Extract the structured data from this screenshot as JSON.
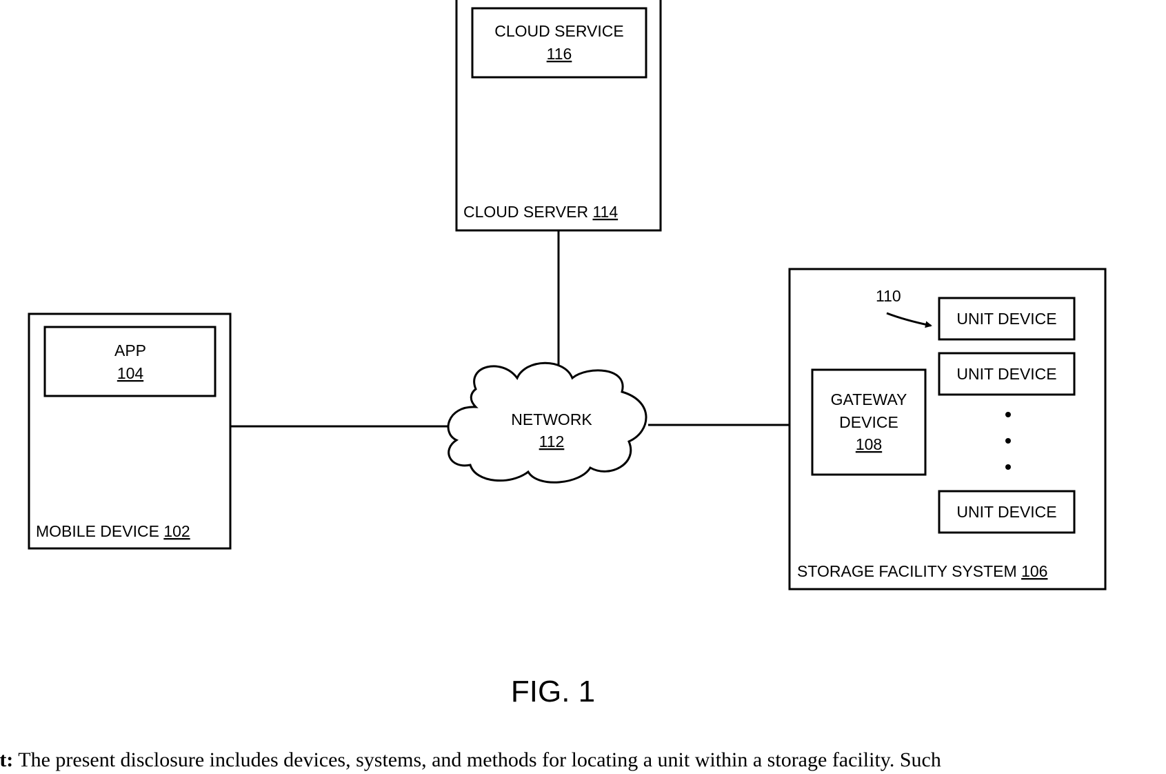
{
  "figure": {
    "label": "FIG. 1",
    "cloud_service": {
      "name": "CLOUD SERVICE",
      "ref": "116"
    },
    "cloud_server": {
      "name": "CLOUD SERVER",
      "ref": "114"
    },
    "mobile_device": {
      "name": "MOBILE DEVICE",
      "ref": "102"
    },
    "app": {
      "name": "APP",
      "ref": "104"
    },
    "network": {
      "name": "NETWORK",
      "ref": "112"
    },
    "storage_facility": {
      "name": "STORAGE FACILITY SYSTEM",
      "ref": "106"
    },
    "gateway": {
      "line1": "GATEWAY",
      "line2": "DEVICE",
      "ref": "108"
    },
    "unit_devices_ref": "110",
    "unit_devices": [
      "UNIT DEVICE",
      "UNIT DEVICE",
      "UNIT DEVICE"
    ]
  },
  "abstract": {
    "lead": "ct:",
    "text": "The present disclosure includes devices, systems, and methods for locating a unit within a storage facility. Such"
  }
}
